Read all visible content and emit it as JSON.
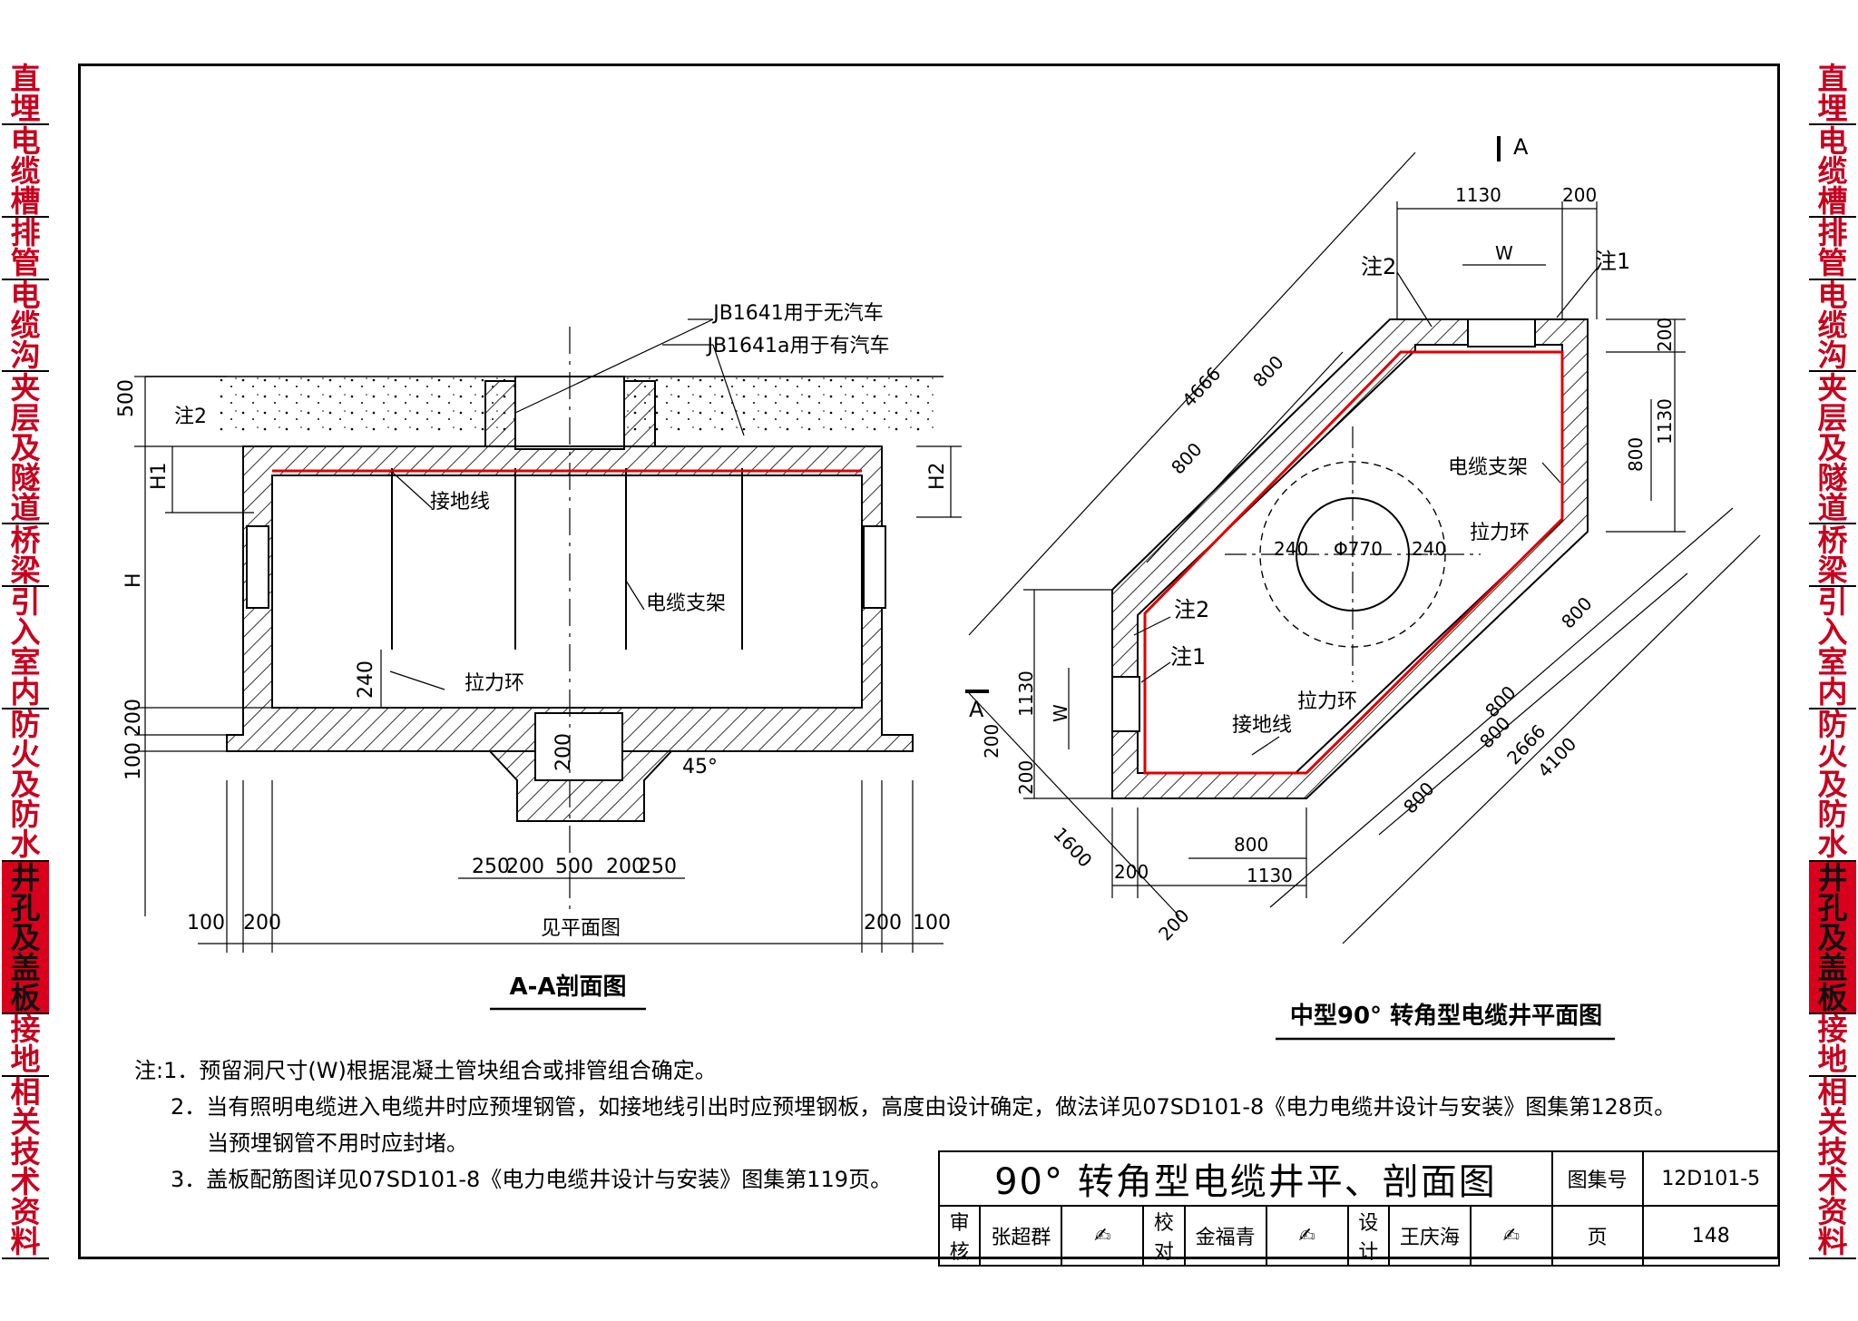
{
  "side_tabs": [
    {
      "chars": [
        "直",
        "埋"
      ],
      "active": false
    },
    {
      "chars": [
        "电",
        "缆",
        "槽"
      ],
      "active": false
    },
    {
      "chars": [
        "排",
        "管"
      ],
      "active": false
    },
    {
      "chars": [
        "电",
        "缆",
        "沟"
      ],
      "active": false
    },
    {
      "chars": [
        "夹",
        "层",
        "及",
        "隧",
        "道"
      ],
      "active": false
    },
    {
      "chars": [
        "桥",
        "梁"
      ],
      "active": false
    },
    {
      "chars": [
        "引",
        "入",
        "室",
        "内"
      ],
      "active": false
    },
    {
      "chars": [
        "防",
        "火",
        "及",
        "防",
        "水"
      ],
      "active": false
    },
    {
      "chars": [
        "井",
        "孔",
        "及",
        "盖",
        "板"
      ],
      "active": true
    },
    {
      "chars": [
        "接",
        "地"
      ],
      "active": false
    },
    {
      "chars": [
        "相",
        "关",
        "技",
        "术",
        "资",
        "料"
      ],
      "active": false
    }
  ],
  "section": {
    "title": "A-A剖面图",
    "labels": {
      "cover1": "JB1641用于无汽车",
      "cover2": "JB1641a用于有汽车",
      "note2": "注2",
      "ground_wire": "接地线",
      "cable_rack": "电缆支架",
      "pull_ring": "拉力环",
      "see_plan": "见平面图"
    },
    "dims": {
      "d500": "500",
      "h1": "H1",
      "h": "H",
      "h2": "H2",
      "d240": "240",
      "d200a": "200",
      "d100a": "100",
      "d200b": "200",
      "angle": "45°",
      "b250a": "250",
      "b200a": "200",
      "b500": "500",
      "b200b": "200",
      "b250b": "250",
      "l100": "100",
      "l200": "200",
      "r200": "200",
      "r100": "100"
    }
  },
  "plan": {
    "title": "中型90° 转角型电缆井平面图",
    "section_mark": "A",
    "labels": {
      "note1a": "注1",
      "note2a": "注2",
      "note2b": "注2",
      "note1b": "注1",
      "cable_rack": "电缆支架",
      "pull_ring1": "拉力环",
      "pull_ring2": "拉力环",
      "ground_wire": "接地线",
      "dia": "Φ770",
      "d240a": "240",
      "d240b": "240"
    },
    "dims": {
      "t1130": "1130",
      "t200": "200",
      "w_top": "W",
      "d4666": "4666",
      "d800a": "800",
      "d800b": "800",
      "r200": "200",
      "r800": "800",
      "r1130": "1130",
      "w_left": "W",
      "l1130": "1130",
      "l200a": "200",
      "l200b": "200",
      "d1600": "1600",
      "b200": "200",
      "b800": "800",
      "b1130": "1130",
      "b200r": "200",
      "c800a": "800",
      "c800b": "800",
      "c800c": "800",
      "c2666": "2666",
      "c4100": "4100",
      "c800d": "800"
    }
  },
  "notes": [
    "注:1．预留洞尺寸(W)根据混凝土管块组合或排管组合确定。",
    "2．当有照明电缆进入电缆井时应预埋钢管，如接地线引出时应预埋钢板，高度由设计确定，做法详见07SD101-8《电力电缆井设计与安装》图集第128页。",
    "当预埋钢管不用时应封堵。",
    "3．盖板配筋图详见07SD101-8《电力电缆井设计与安装》图集第119页。"
  ],
  "title_block": {
    "title": "90° 转角型电缆井平、剖面图",
    "atlas_no_label": "图集号",
    "atlas_no": "12D101-5",
    "review_label": "审核",
    "reviewer": "张超群",
    "check_label": "校对",
    "checker": "金福青",
    "design_label": "设计",
    "designer": "王庆海",
    "page_label": "页",
    "page": "148"
  },
  "colors": {
    "accent_red": "#d9001b",
    "tab_text": "#c8001e",
    "ground_wire": "#e00000",
    "hatch": "#000000"
  }
}
